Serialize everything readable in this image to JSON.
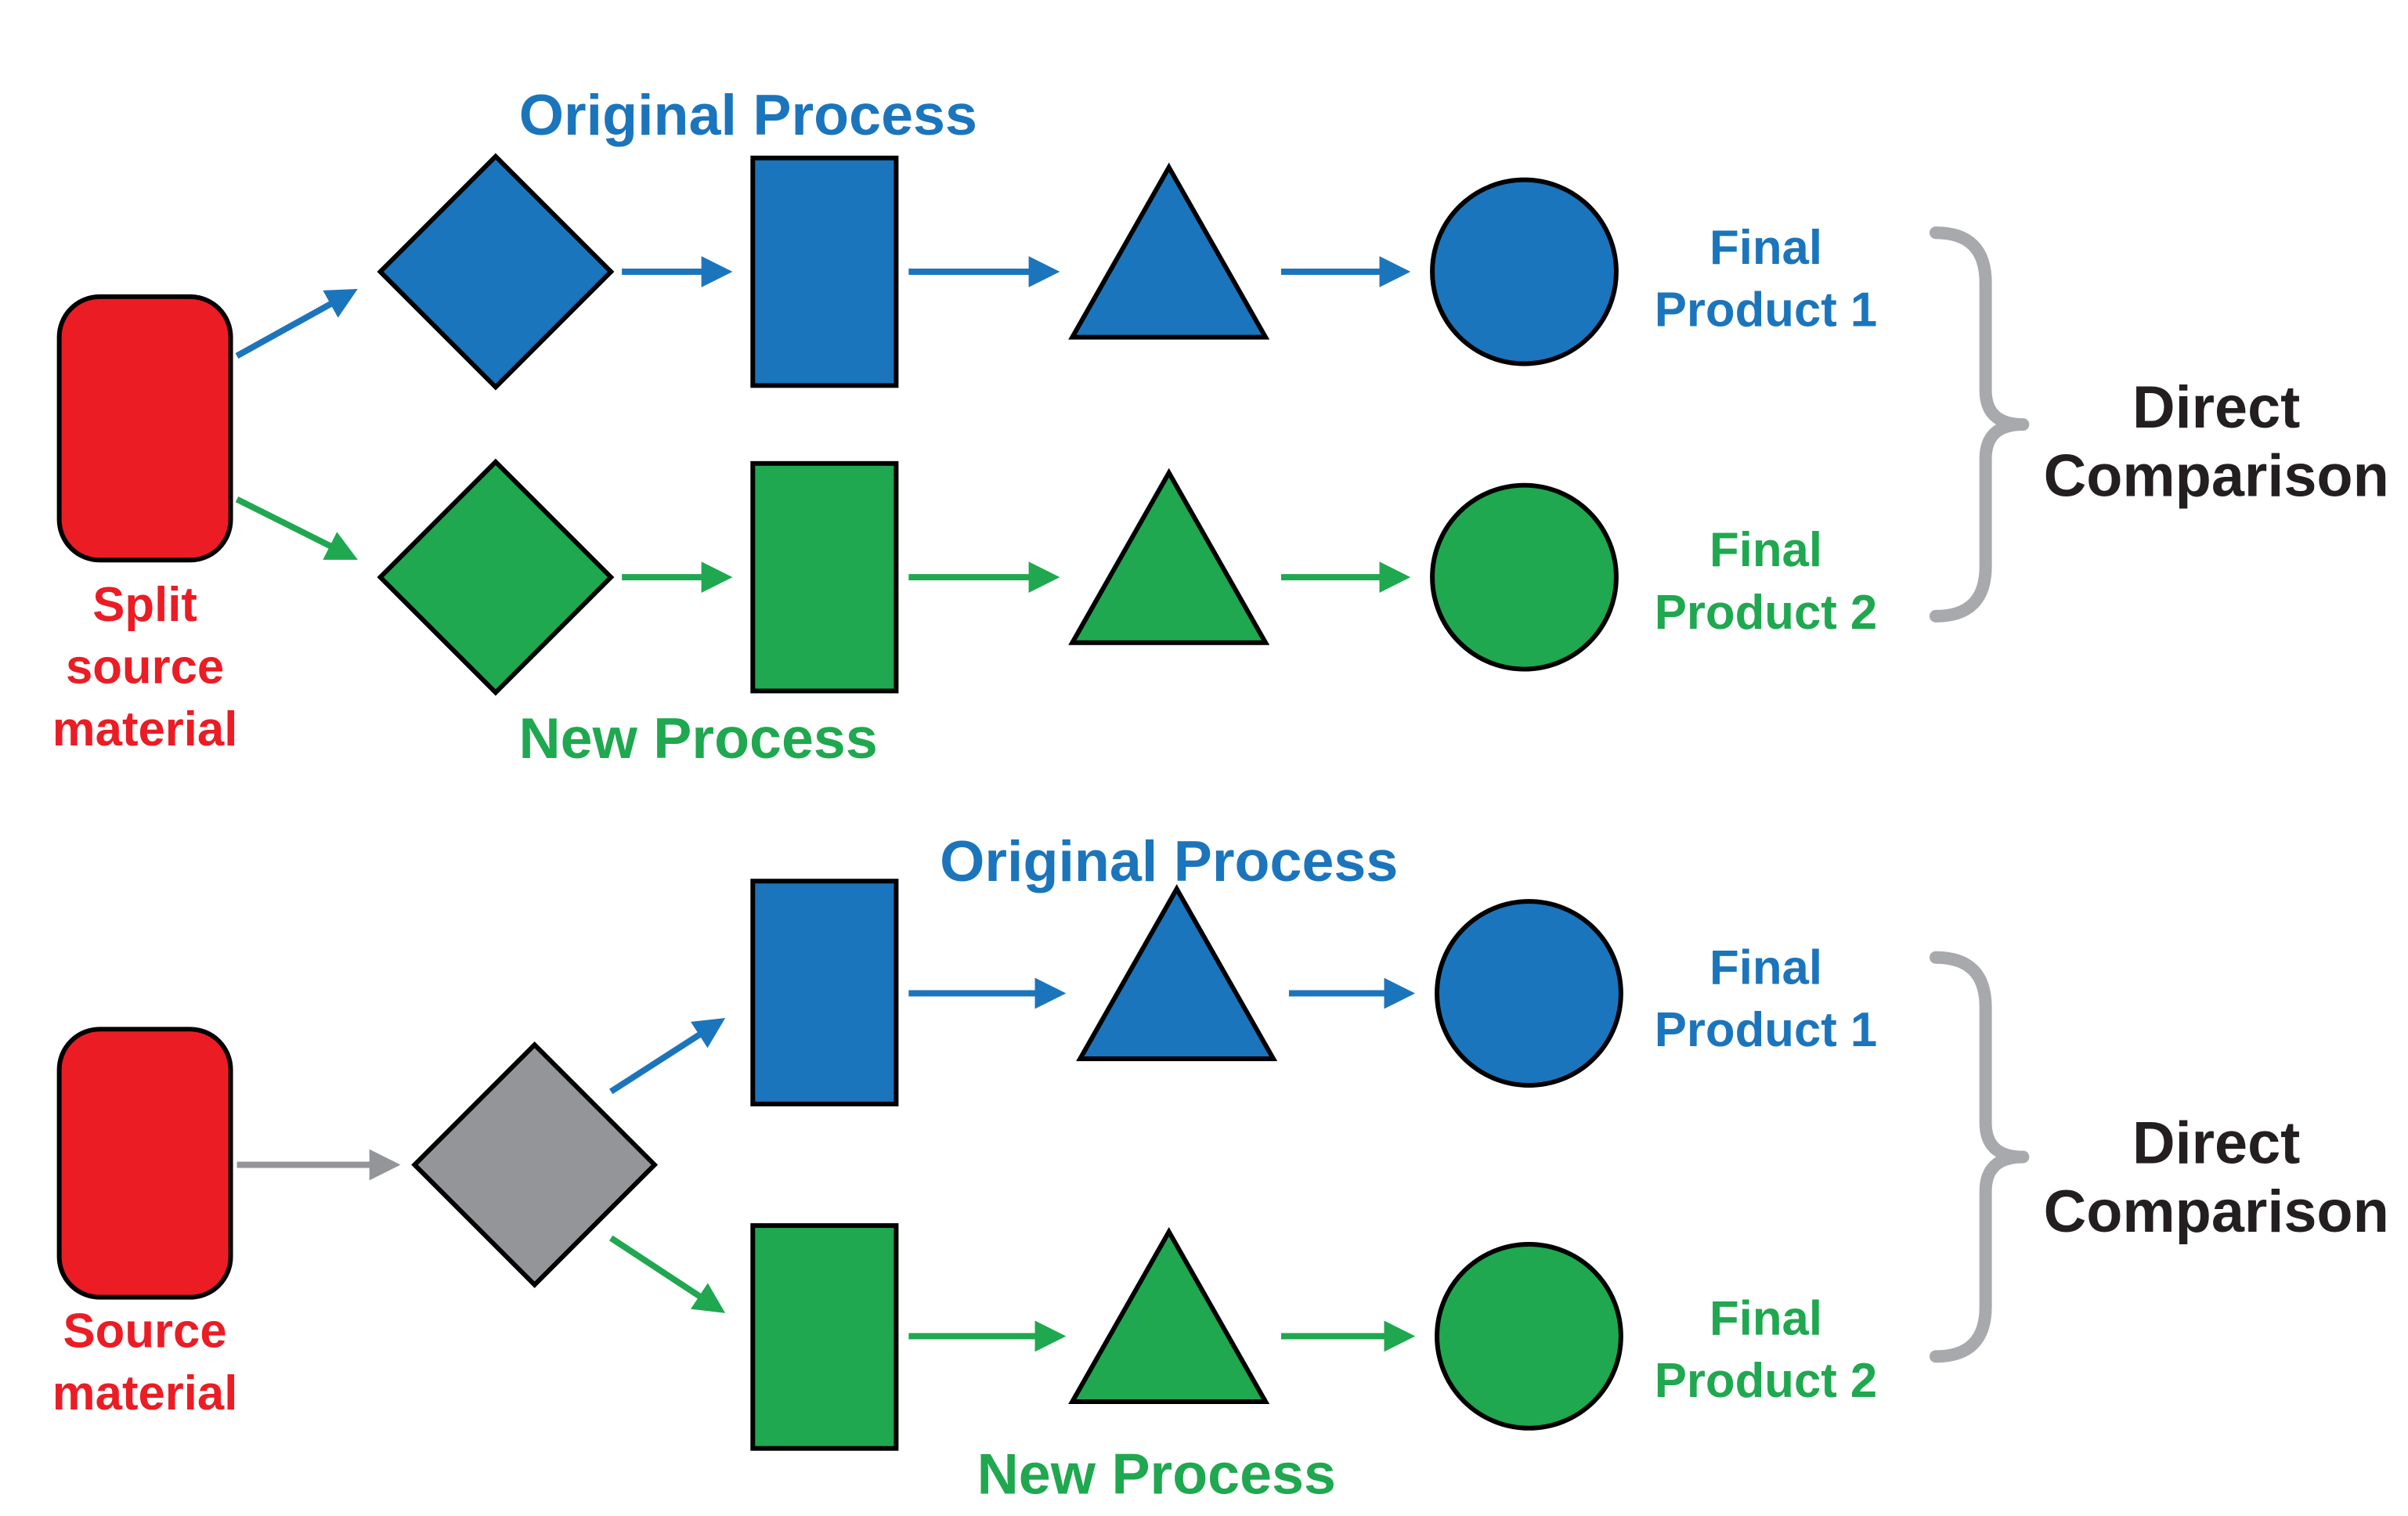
{
  "colors": {
    "blue": "#1b75bc",
    "green": "#1fa84f",
    "red": "#ec1c24",
    "gray": "#939598",
    "brace_gray": "#a7a9ac",
    "black": "#231f20",
    "outline": "#000000"
  },
  "top": {
    "original_process": "Original Process",
    "new_process": "New Process",
    "final_product_1": [
      "Final",
      "Product 1"
    ],
    "final_product_2": [
      "Final",
      "Product 2"
    ],
    "source": [
      "Split",
      "source",
      "material"
    ],
    "comparison": [
      "Direct",
      "Comparison"
    ]
  },
  "bottom": {
    "original_process": "Original Process",
    "new_process": "New Process",
    "final_product_1": [
      "Final",
      "Product 1"
    ],
    "final_product_2": [
      "Final",
      "Product 2"
    ],
    "source": [
      "Source",
      "material"
    ],
    "comparison": [
      "Direct",
      "Comparison"
    ]
  }
}
